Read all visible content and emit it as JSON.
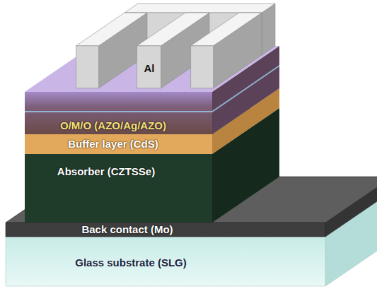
{
  "diagram": {
    "nodes": [
      {
        "text": [
          "Al"
        ]
      },
      {
        "text": [
          "O/M/O (AZO/Ag/AZO)"
        ]
      },
      {
        "text": [
          "Buffer layer (CdS)"
        ]
      },
      {
        "text": [
          "Absorber (CZTSSe)"
        ]
      },
      {
        "text": [
          "Back contact (Mo)"
        ]
      },
      {
        "text": [
          "Glass substrate (SLG)"
        ]
      }
    ]
  }
}
